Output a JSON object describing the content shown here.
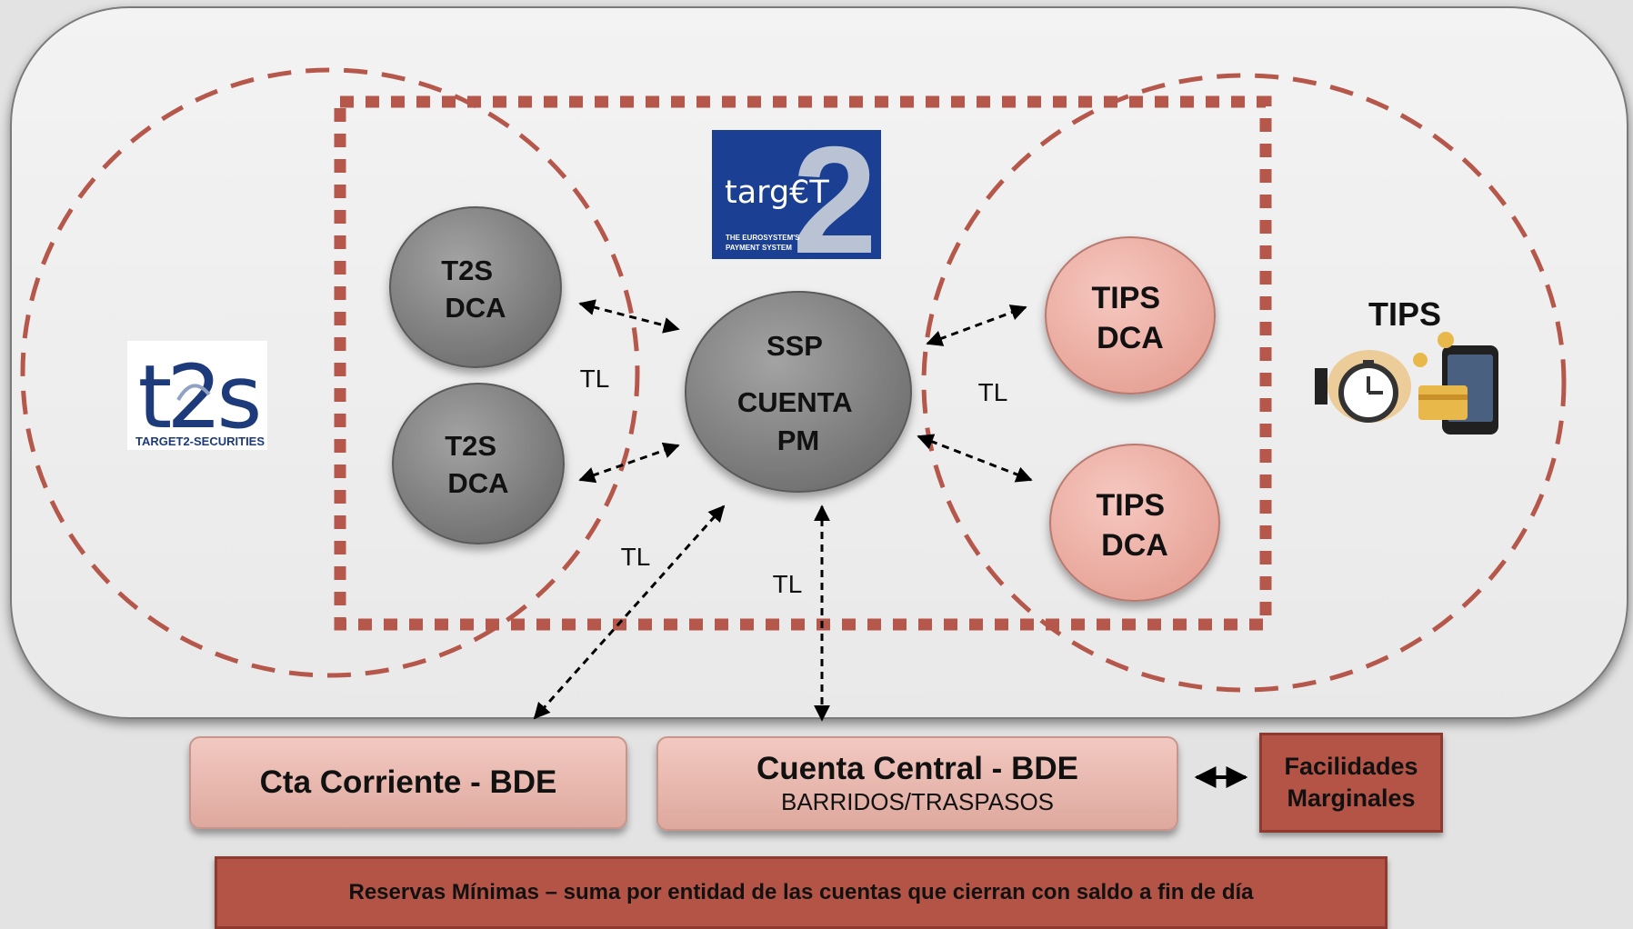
{
  "nodes": {
    "t2s_dca_1": [
      "T2S",
      "DCA"
    ],
    "t2s_dca_2": [
      "T2S",
      "DCA"
    ],
    "ssp": [
      "SSP",
      "CUENTA",
      "PM"
    ],
    "tips_dca_1": [
      "TIPS",
      "DCA"
    ],
    "tips_dca_2": [
      "TIPS",
      "DCA"
    ]
  },
  "links": {
    "tl_left": "TL",
    "tl_right": "TL",
    "tl_bottom_left": "TL",
    "tl_bottom_center": "TL"
  },
  "logos": {
    "target2": {
      "word": "targ€T",
      "big_digit": "2",
      "tagline_1": "THE EUROSYSTEM'S",
      "tagline_2": "PAYMENT SYSTEM"
    },
    "t2s": {
      "mark": "t2s",
      "caption": "TARGET2-SECURITIES"
    },
    "tips": {
      "title": "TIPS"
    }
  },
  "boxes": {
    "cta_corriente": "Cta Corriente - BDE",
    "cuenta_central_title": "Cuenta Central - BDE",
    "cuenta_central_sub": "BARRIDOS/TRASPASOS",
    "facilidades_1": "Facilidades",
    "facilidades_2": "Marginales",
    "reservas": "Reservas Mínimas – suma por entidad de las cuentas que cierran con saldo a fin de día"
  },
  "colors": {
    "dashed_red": "#b5574a",
    "gray_node": "#858585",
    "pink_node": "#efb4aa",
    "panel": "#efefef",
    "dark_box": "#b45446",
    "target2_blue": "#1a3f93"
  }
}
